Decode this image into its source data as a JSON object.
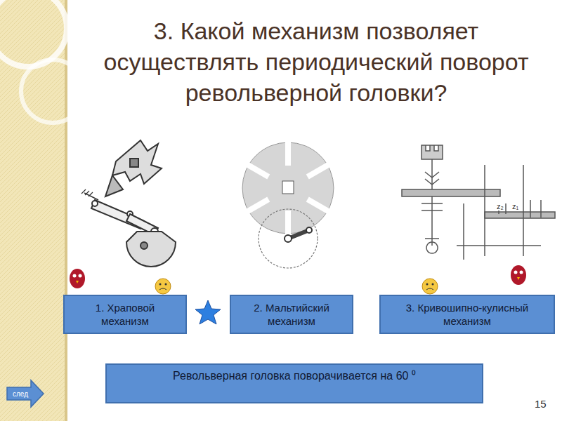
{
  "diagram": {
    "title": "3. Какой механизм позволяет осуществлять периодический поворот револьверной головки?",
    "nodes": [
      {
        "text": [
          "1. Храповой механизм"
        ]
      },
      {
        "text": [
          "2. Мальтийский механизм"
        ]
      },
      {
        "text": [
          "3. Кривошипно-кулисный механизм"
        ]
      },
      {
        "text": [
          "Револьверная головка поворачивается на 60 ⁰"
        ]
      },
      {
        "text": [
          "след"
        ]
      }
    ],
    "labels": [
      "z₂",
      "z₁",
      "15"
    ]
  }
}
